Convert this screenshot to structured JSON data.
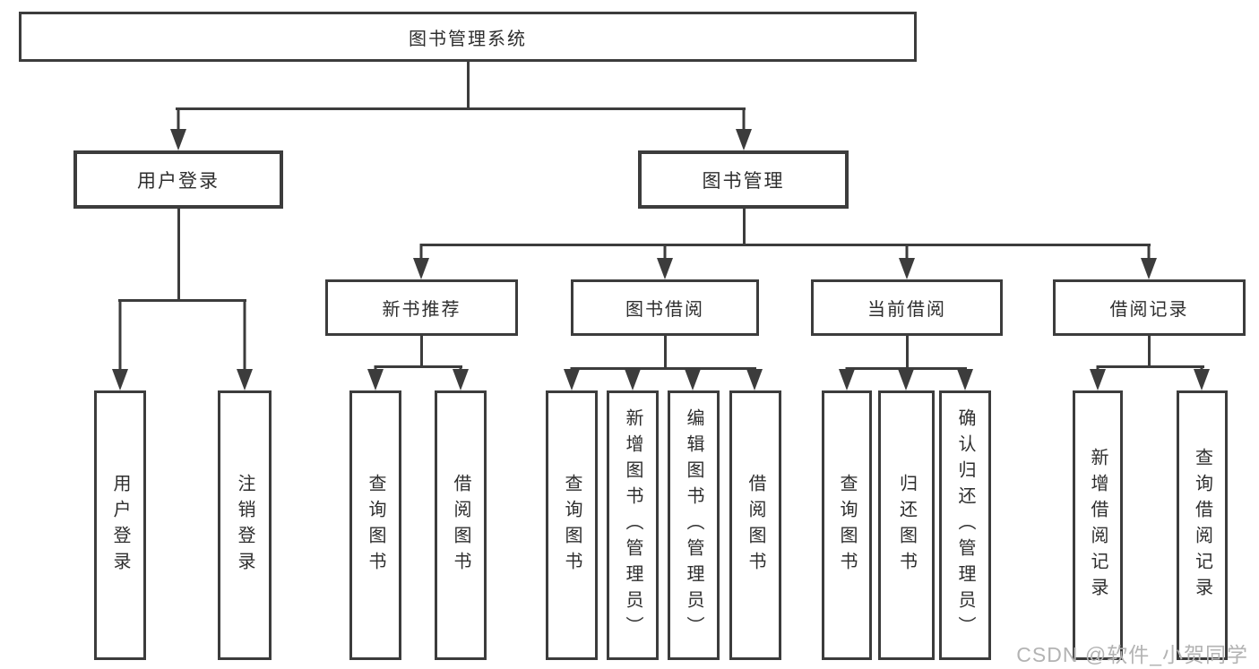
{
  "colors": {
    "background": "#ffffff",
    "line": "#3c3c3c",
    "box_border": "#3c3c3c",
    "text": "#2e2e2e",
    "watermark": "#b3b3b3"
  },
  "tree": {
    "root": {
      "label": "图书管理系统"
    },
    "branches": [
      {
        "label": "用户登录",
        "children": [
          {
            "label": "用户登录"
          },
          {
            "label": "注销登录"
          }
        ]
      },
      {
        "label": "图书管理",
        "children": [
          {
            "label": "新书推荐",
            "children": [
              {
                "label": "查询图书"
              },
              {
                "label": "借阅图书"
              }
            ]
          },
          {
            "label": "图书借阅",
            "children": [
              {
                "label": "查询图书"
              },
              {
                "label": "新增图书（管理员）"
              },
              {
                "label": "编辑图书（管理员）"
              },
              {
                "label": "借阅图书"
              }
            ]
          },
          {
            "label": "当前借阅",
            "children": [
              {
                "label": "查询图书"
              },
              {
                "label": "归还图书"
              },
              {
                "label": "确认归还（管理员）"
              }
            ]
          },
          {
            "label": "借阅记录",
            "children": [
              {
                "label": "新增借阅记录"
              },
              {
                "label": "查询借阅记录"
              }
            ]
          }
        ]
      }
    ]
  },
  "watermark": {
    "text": "CSDN @软件_小贺同学"
  }
}
